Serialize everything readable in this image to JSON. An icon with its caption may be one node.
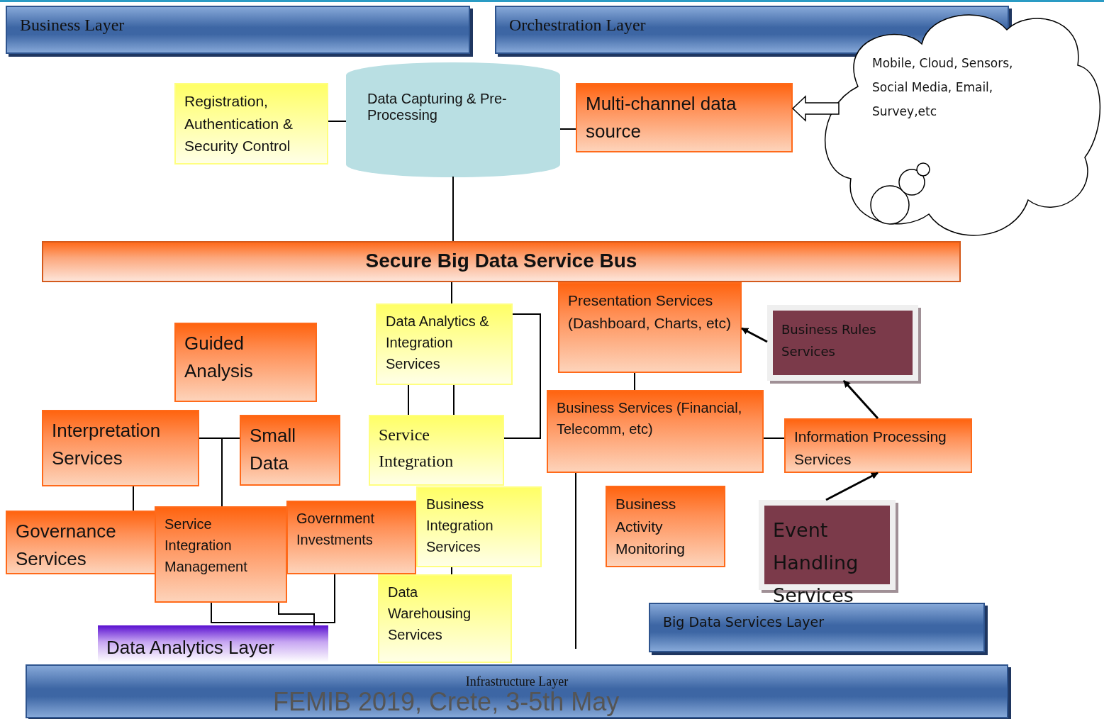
{
  "diagram": {
    "nodes": [
      {
        "text": [
          "Business Layer"
        ]
      },
      {
        "text": [
          "Orchestration Layer"
        ]
      },
      {
        "text": [
          "Registration, Authentication & Security Control"
        ]
      },
      {
        "text": [
          "Data Capturing & Pre-Processing"
        ]
      },
      {
        "text": [
          "Multi-channel data source"
        ]
      },
      {
        "text": [
          "Mobile, Cloud, Sensors, Social Media, Email, Survey,etc"
        ]
      },
      {
        "text": [
          "Secure Big Data Service Bus"
        ]
      },
      {
        "text": [
          "Guided Analysis"
        ]
      },
      {
        "text": [
          "Data Analytics & Integration Services"
        ]
      },
      {
        "text": [
          "Presentation Services (Dashboard, Charts, etc)"
        ]
      },
      {
        "text": [
          "Business Rules Services"
        ]
      },
      {
        "text": [
          "Interpretation Services"
        ]
      },
      {
        "text": [
          "Small Data"
        ]
      },
      {
        "text": [
          "Service Integration"
        ]
      },
      {
        "text": [
          "Business Services (Financial, Telecomm, etc)"
        ]
      },
      {
        "text": [
          "Information Processing Services"
        ]
      },
      {
        "text": [
          "Governance Services"
        ]
      },
      {
        "text": [
          "Service Integration Management"
        ]
      },
      {
        "text": [
          "Government Investments"
        ]
      },
      {
        "text": [
          "Business Integration Services"
        ]
      },
      {
        "text": [
          "Business Activity Monitoring"
        ]
      },
      {
        "text": [
          "Event Handling Services"
        ]
      },
      {
        "text": [
          "Data Warehousing Services"
        ]
      },
      {
        "text": [
          "Data Analytics Layer"
        ]
      },
      {
        "text": [
          "Big Data Services Layer"
        ]
      },
      {
        "text": [
          "Infrastructure Layer"
        ]
      }
    ],
    "edges": [
      {
        "from": 2,
        "to": 3,
        "arrow": "none"
      },
      {
        "from": 4,
        "to": 3,
        "arrow": "none"
      },
      {
        "from": 5,
        "to": 4,
        "arrow": "to"
      },
      {
        "from": 3,
        "to": 6,
        "arrow": "none"
      },
      {
        "from": 6,
        "to": 8,
        "arrow": "none"
      },
      {
        "from": 8,
        "to": 13,
        "arrow": "none"
      },
      {
        "from": 8,
        "to": 13,
        "arrow": "none"
      },
      {
        "from": 8,
        "to": 13,
        "arrow": "none"
      },
      {
        "from": 11,
        "to": 12,
        "arrow": "none"
      },
      {
        "from": 11,
        "to": 17,
        "arrow": "none"
      },
      {
        "from": 11,
        "to": 16,
        "arrow": "none"
      },
      {
        "from": 17,
        "to": 18,
        "arrow": "none"
      },
      {
        "from": 17,
        "to": 23,
        "arrow": "none"
      },
      {
        "from": 19,
        "to": 22,
        "arrow": "none"
      },
      {
        "from": 9,
        "to": 14,
        "arrow": "none"
      },
      {
        "from": 10,
        "to": 9,
        "arrow": "to"
      },
      {
        "from": 15,
        "to": 10,
        "arrow": "to"
      },
      {
        "from": 21,
        "to": 15,
        "arrow": "to"
      },
      {
        "from": 14,
        "to": 15,
        "arrow": "none"
      },
      {
        "from": 14,
        "to": null,
        "arrow": "none"
      }
    ],
    "labels": [
      "FEMIB 2019, Crete, 3-5th May"
    ]
  }
}
